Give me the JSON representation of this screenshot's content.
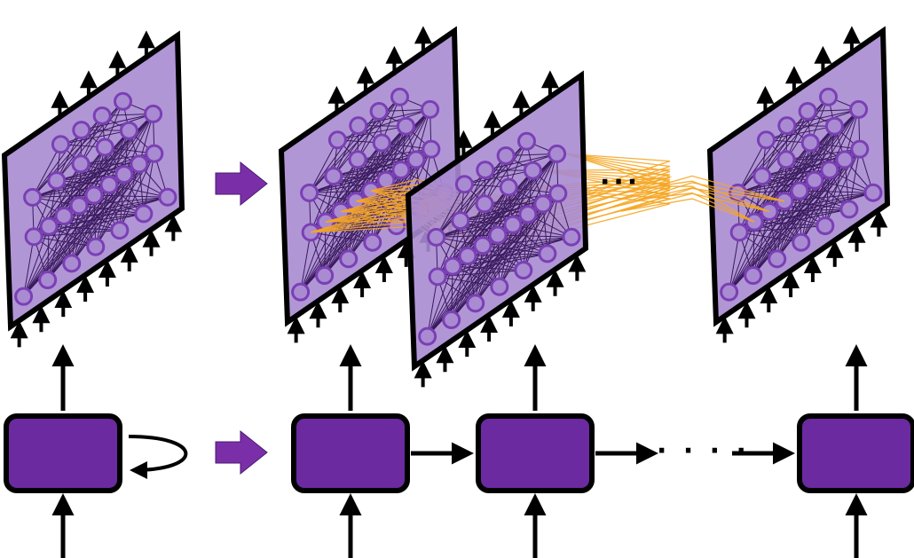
{
  "diagram": {
    "type": "recurrent-network-unrolling",
    "colors": {
      "panel_fill": "#a98bd1",
      "panel_stroke": "#000000",
      "neuron_stroke": "#7a3fb5",
      "edge": "#3a1a5e",
      "recurrent_edge": "#f5a623",
      "box_fill": "#6b2aa0",
      "arrow": "#000000",
      "transform_arrow": "#7a2fa8"
    },
    "layer_sizes": [
      7,
      9,
      6,
      4
    ],
    "ellipsis_top": "···",
    "ellipsis_bottom": "· · · ·"
  }
}
